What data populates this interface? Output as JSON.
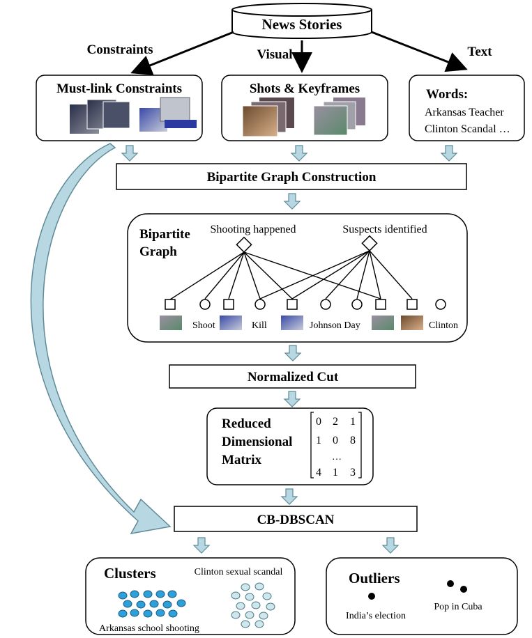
{
  "source": {
    "label": "News Stories"
  },
  "edge_labels": {
    "constraints": "Constraints",
    "visual": "Visual",
    "text": "Text"
  },
  "must_link": {
    "title": "Must-link Constraints"
  },
  "shots": {
    "title": "Shots & Keyframes"
  },
  "words": {
    "title": "Words:",
    "line1": "Arkansas Teacher",
    "line2": "Clinton  Scandal …"
  },
  "bipartite_construction": {
    "label": "Bipartite Graph Construction"
  },
  "bipartite_graph": {
    "title_line1": "Bipartite",
    "title_line2": "Graph",
    "topic_left": "Shooting happened",
    "topic_right": "Suspects identified",
    "node_labels": [
      "Shoot",
      "Kill",
      "Johnson Day",
      "Clinton"
    ]
  },
  "normalized_cut": {
    "label": "Normalized Cut"
  },
  "matrix": {
    "title_line1": "Reduced",
    "title_line2": "Dimensional",
    "title_line3": "Matrix",
    "row1": [
      "0",
      "2",
      "1"
    ],
    "row2": [
      "1",
      "0",
      "8"
    ],
    "ellipsis": "…",
    "row3": [
      "4",
      "1",
      "3"
    ]
  },
  "cbdbscan": {
    "label": "CB-DBSCAN"
  },
  "clusters": {
    "title": "Clusters",
    "label_right": "Clinton sexual scandal",
    "label_bottom": "Arkansas school shooting"
  },
  "outliers": {
    "title": "Outliers",
    "label_left": "India’s election",
    "label_right": "Pop in Cuba"
  },
  "colors": {
    "arrow_fill": "#b7d8e2",
    "arrow_stroke": "#5f8a96",
    "cluster_blue": "#2f9fd8",
    "cluster_light": "#cfe7ec"
  }
}
